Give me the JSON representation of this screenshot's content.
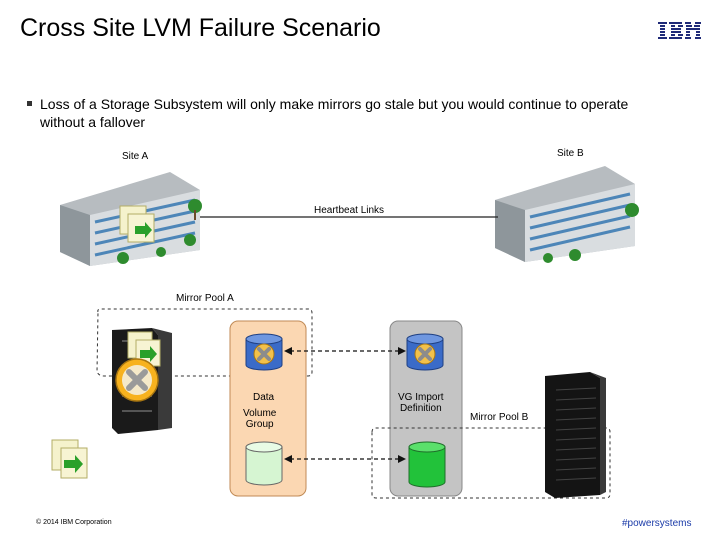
{
  "slide": {
    "title": "Cross Site LVM Failure Scenario",
    "bullet": "Loss of a Storage Subsystem will only make mirrors go stale but you would continue to operate without a fallover",
    "logo_text": "IBM"
  },
  "diagram": {
    "site_a": "Site A",
    "site_b": "Site B",
    "heartbeat": "Heartbeat Links",
    "mirror_pool_a": "Mirror Pool A",
    "mirror_pool_b": "Mirror Pool B",
    "data_label": "Data",
    "volume_group": [
      "Volume",
      "Group"
    ],
    "vg_import": [
      "VG Import",
      "Definition"
    ]
  },
  "footer": {
    "copyright": "© 2014 IBM Corporation",
    "hashtag": "#powersystems"
  },
  "colors": {
    "volume_group_fill": "#fbd7b2",
    "vg_import_fill": "#c4c4c4",
    "failed_disk": "#3a6bc8",
    "healthy_disk": "#22c23a",
    "light_disk": "#d6f5d2",
    "hashtag": "#1a3aa8"
  }
}
